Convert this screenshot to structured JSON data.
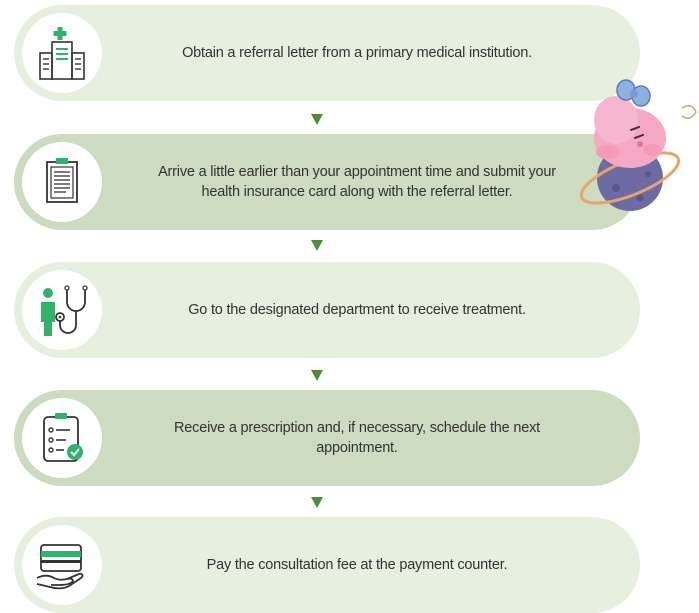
{
  "steps": [
    {
      "text": "Obtain a referral letter from a primary medical institution.",
      "icon": "hospital-icon"
    },
    {
      "text": "Arrive a little earlier than your appointment time and submit your health insurance card along with the referral letter.",
      "icon": "clipboard-document-icon"
    },
    {
      "text": "Go to the designated department to receive treatment.",
      "icon": "doctor-stethoscope-icon"
    },
    {
      "text": "Receive a prescription and, if necessary, schedule the next appointment.",
      "icon": "checklist-icon"
    },
    {
      "text": "Pay the consultation fee at the payment counter.",
      "icon": "card-payment-icon"
    }
  ],
  "colors": {
    "step_light": "#e7efdf",
    "step_dark": "#cddbc0",
    "arrow": "#4e8b3e",
    "icon_green": "#2fb36a",
    "icon_outline": "#333333"
  },
  "decoration": "mascot-on-planet-illustration"
}
